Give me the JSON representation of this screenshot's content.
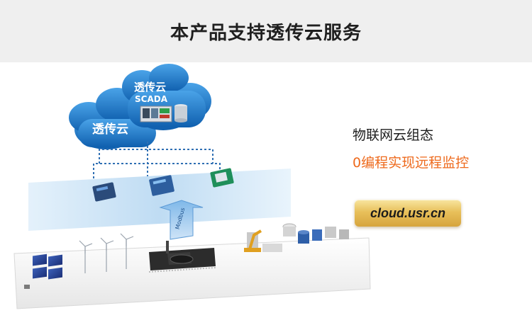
{
  "header": {
    "title": "本产品支持透传云服务"
  },
  "cloud": {
    "small_label": "透传云",
    "big_label_line1": "透传云",
    "big_label_line2": "SCADA"
  },
  "arrow": {
    "label": "Modbus"
  },
  "info": {
    "subtitle": "物联网云组态",
    "highlight": "0编程实现远程监控",
    "url": "cloud.usr.cn"
  },
  "colors": {
    "accent_orange": "#ee6a1d",
    "cloud_blue": "#1a6fc4",
    "band_blue": "#cfe6f7",
    "gold": "#e0b04a"
  }
}
